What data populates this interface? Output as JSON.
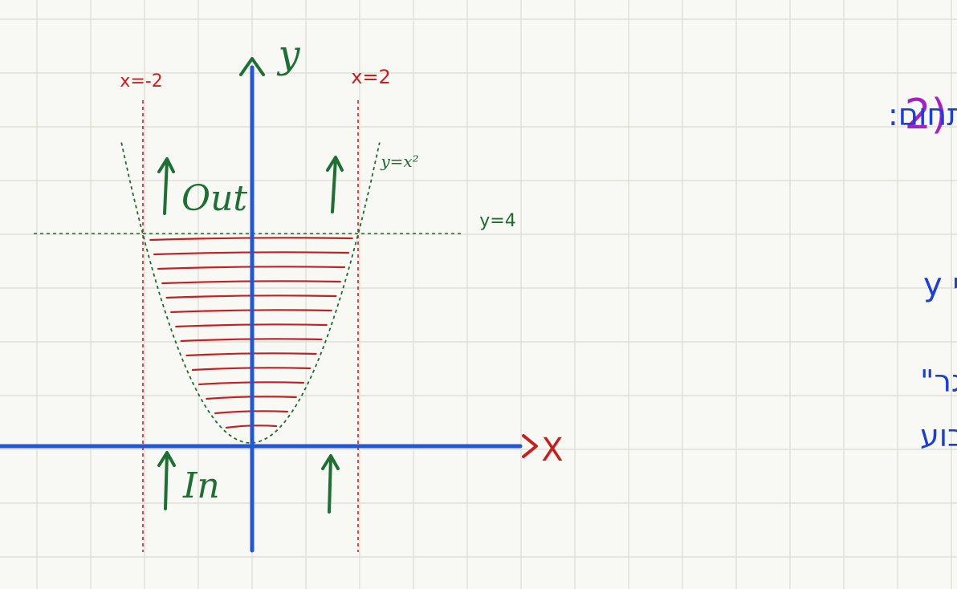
{
  "diagram": {
    "axes": {
      "x_label": "X",
      "y_label": "y"
    },
    "lines": {
      "left_vertical": "x=-2",
      "right_vertical": "x=2",
      "horizontal": "y=4",
      "curve": "y=x²"
    },
    "annotations": {
      "out": "Out",
      "in": "In"
    },
    "notes": {
      "number": "2)",
      "heading": "שרטוט התחום:",
      "line1": "נכנסים לפי y",
      "line2": "הצורך ש-X \"סוגר\"",
      "line3": "את השטח הצבוע"
    },
    "colors": {
      "axis": "#2356d0",
      "grid": "#dcdcd2",
      "hatch": "#c42020",
      "dashed_red": "#c42020",
      "dashed_green": "#1f6b2e",
      "arrow_green": "#1d6f33",
      "number_purple": "#a621c5",
      "notes_blue": "#1c3fd1"
    }
  }
}
